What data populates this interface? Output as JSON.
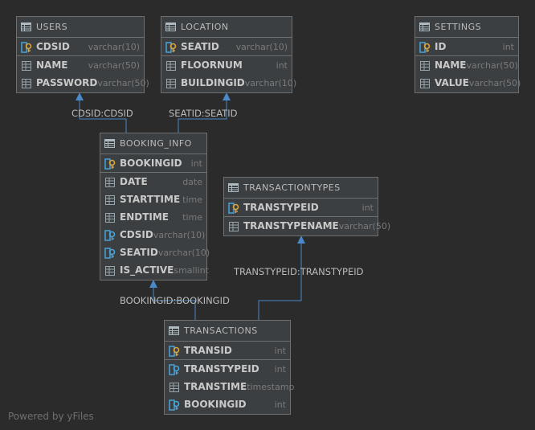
{
  "tables": {
    "users": {
      "name": "USERS",
      "columns": [
        {
          "name": "CDSID",
          "type": "varchar(10)",
          "key": "pk"
        },
        {
          "name": "NAME",
          "type": "varchar(50)",
          "key": "none"
        },
        {
          "name": "PASSWORD",
          "type": "varchar(50)",
          "key": "none"
        }
      ]
    },
    "location": {
      "name": "LOCATION",
      "columns": [
        {
          "name": "SEATID",
          "type": "varchar(10)",
          "key": "pk"
        },
        {
          "name": "FLOORNUM",
          "type": "int",
          "key": "none"
        },
        {
          "name": "BUILDINGID",
          "type": "varchar(10)",
          "key": "none"
        }
      ]
    },
    "settings": {
      "name": "SETTINGS",
      "columns": [
        {
          "name": "ID",
          "type": "int",
          "key": "pk"
        },
        {
          "name": "NAME",
          "type": "varchar(50)",
          "key": "none"
        },
        {
          "name": "VALUE",
          "type": "varchar(50)",
          "key": "none"
        }
      ]
    },
    "booking_info": {
      "name": "BOOKING_INFO",
      "columns": [
        {
          "name": "BOOKINGID",
          "type": "int",
          "key": "pk"
        },
        {
          "name": "DATE",
          "type": "date",
          "key": "none"
        },
        {
          "name": "STARTTIME",
          "type": "time",
          "key": "none"
        },
        {
          "name": "ENDTIME",
          "type": "time",
          "key": "none"
        },
        {
          "name": "CDSID",
          "type": "varchar(10)",
          "key": "fk"
        },
        {
          "name": "SEATID",
          "type": "varchar(10)",
          "key": "fk"
        },
        {
          "name": "IS_ACTIVE",
          "type": "smallint",
          "key": "none"
        }
      ]
    },
    "transactiontypes": {
      "name": "TRANSACTIONTYPES",
      "columns": [
        {
          "name": "TRANSTYPEID",
          "type": "int",
          "key": "pk"
        },
        {
          "name": "TRANSTYPENAME",
          "type": "varchar(50)",
          "key": "none"
        }
      ]
    },
    "transactions": {
      "name": "TRANSACTIONS",
      "columns": [
        {
          "name": "TRANSID",
          "type": "int",
          "key": "pk"
        },
        {
          "name": "TRANSTYPEID",
          "type": "int",
          "key": "fk"
        },
        {
          "name": "TRANSTIME",
          "type": "timestamp",
          "key": "none"
        },
        {
          "name": "BOOKINGID",
          "type": "int",
          "key": "fk"
        }
      ]
    }
  },
  "relations": [
    {
      "label": "CDSID:CDSID"
    },
    {
      "label": "SEATID:SEATID"
    },
    {
      "label": "TRANSTYPEID:TRANSTYPEID"
    },
    {
      "label": "BOOKINGID:BOOKINGID"
    }
  ],
  "colors": {
    "edge": "#4a88c7",
    "key_gold": "#d9a53c",
    "fk_blue": "#4aa3d8"
  },
  "footer": "Powered by yFiles"
}
